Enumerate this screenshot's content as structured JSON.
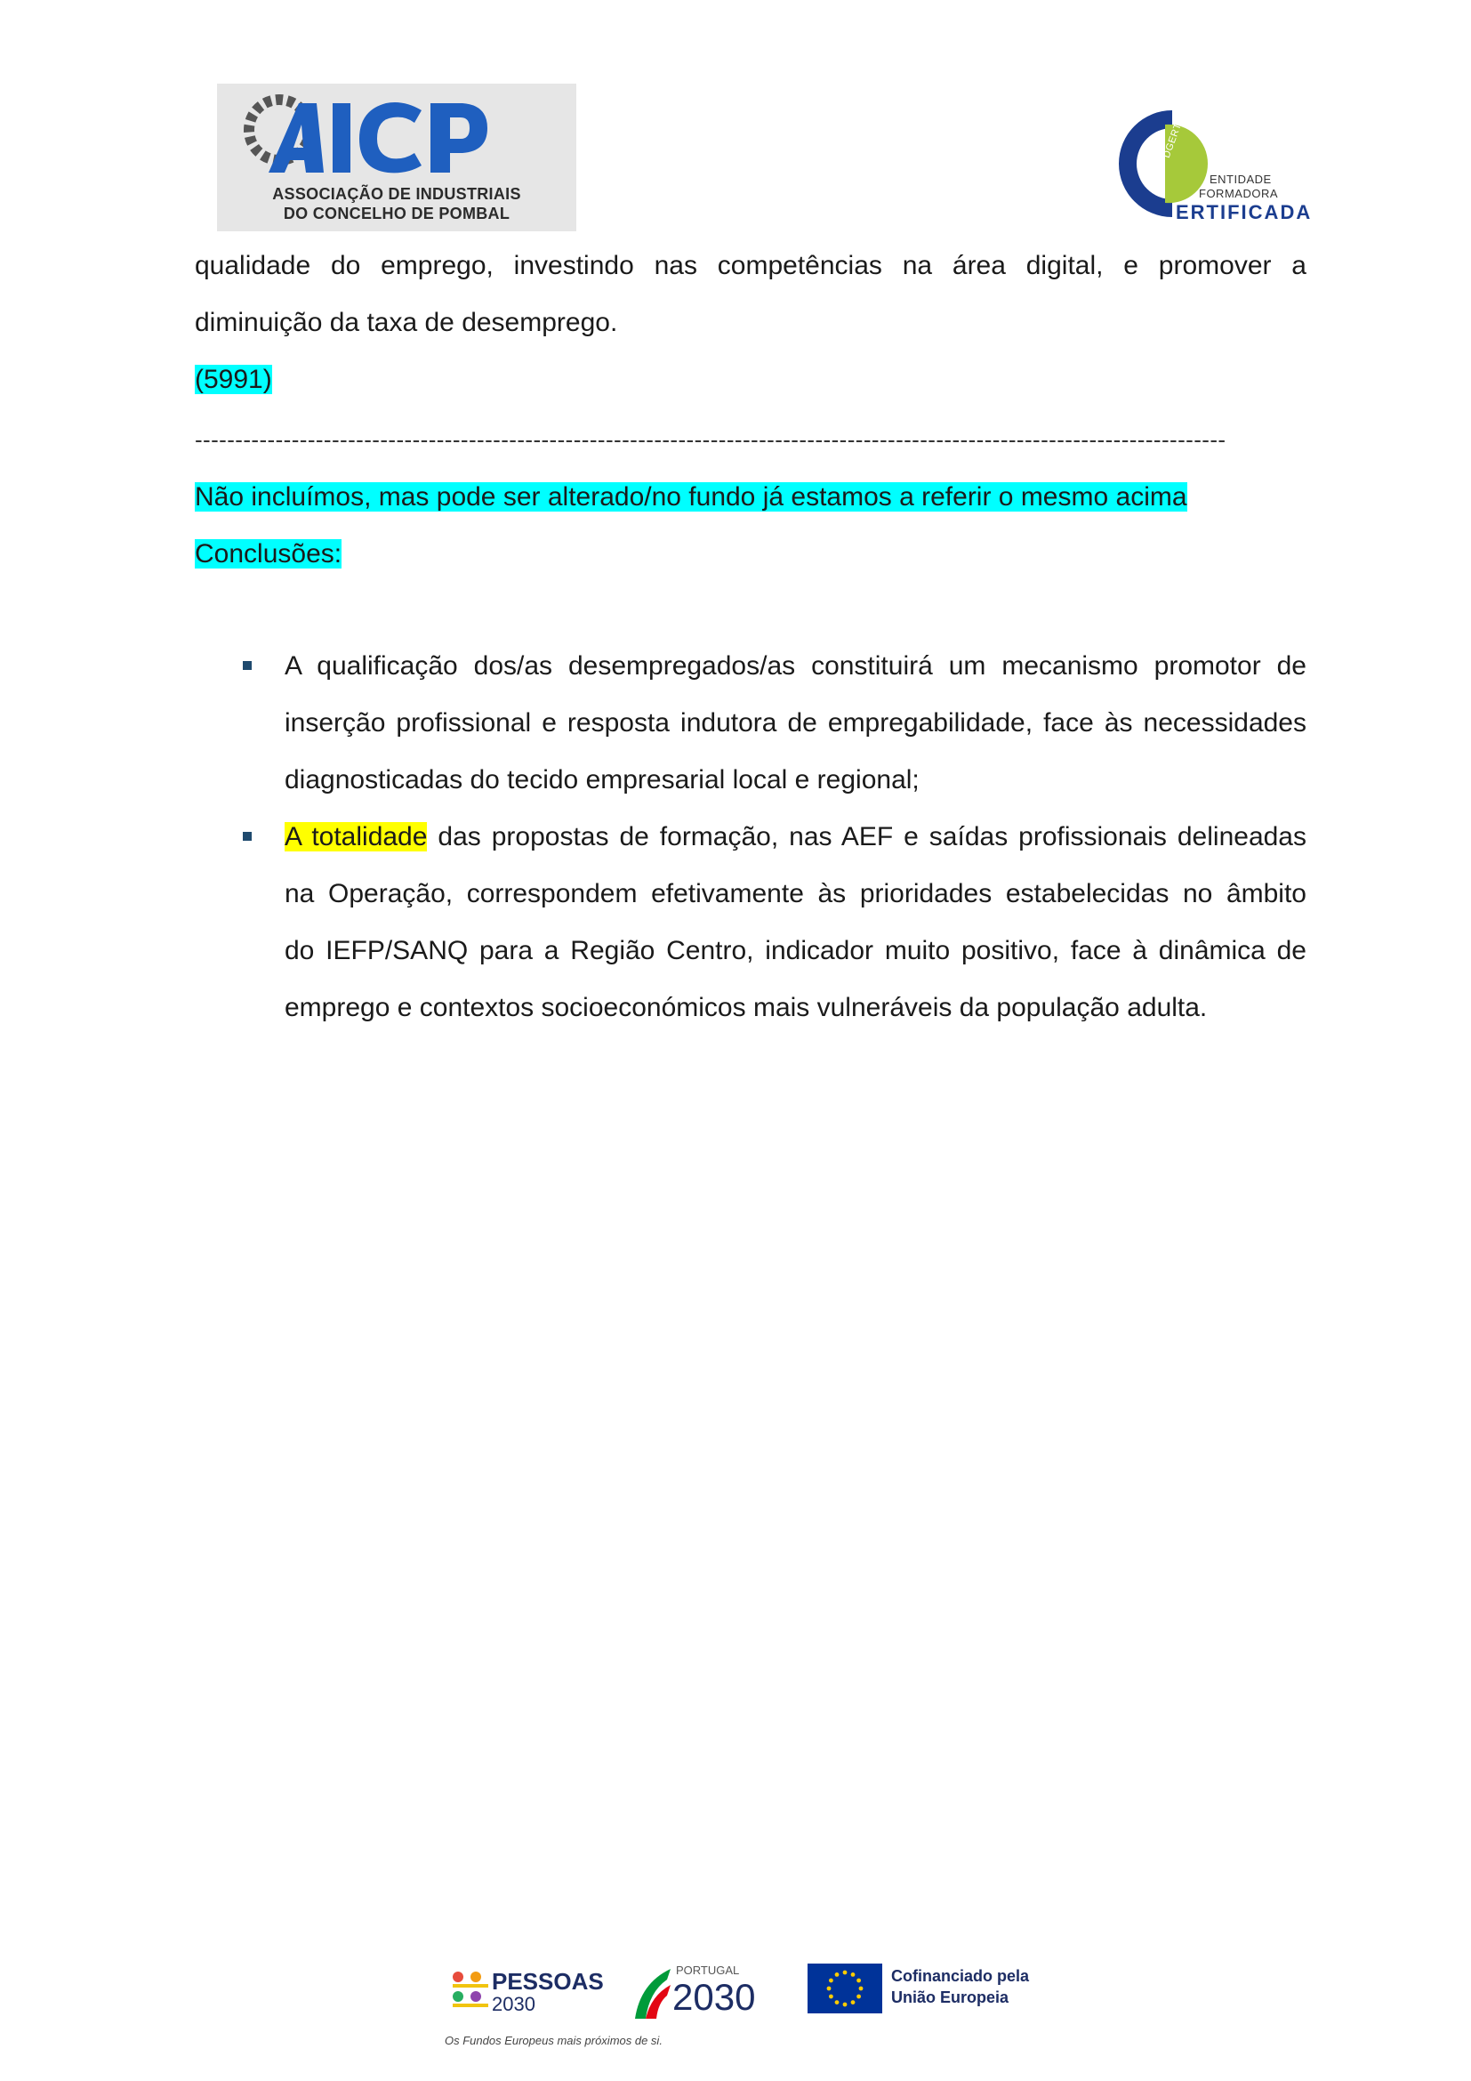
{
  "header": {
    "aicp_logo": {
      "wordmark": "AICP",
      "line1": "ASSOCIAÇÃO DE INDUSTRIAIS",
      "line2": "DO CONCELHO DE POMBAL"
    },
    "dgert_logo": {
      "small_vertical": "DGERT",
      "line1": "ENTIDADE",
      "line2": "FORMADORA",
      "line3": "ERTIFICADA"
    }
  },
  "content": {
    "para1_line1": "qualidade do emprego, investindo nas competências na área digital, e promover a",
    "para1_line2": "diminuição da taxa de desemprego.",
    "code": "(5991)",
    "separator": "--------------------------------------------------------------------------------------------------------------------------------",
    "note_plain": "Não incluímos, mas pode ser alterado/",
    "note_emph": "no fundo já estamos a referir o mesmo acima",
    "conclusions_label": "Conclusões:",
    "bullets": [
      {
        "lines": [
          "A qualificação dos/as desempregados/as constituirá um mecanismo promotor de",
          "inserção profissional e resposta indutora de empregabilidade, face às necessidades",
          "diagnosticadas do tecido empresarial local e regional;"
        ]
      },
      {
        "highlight": "A totalidade",
        "lines": [
          " das propostas de formação, nas AEF e saídas profissionais delineadas",
          "na Operação, correspondem efetivamente às prioridades estabelecidas no âmbito",
          "do IEFP/SANQ para a Região Centro, indicador muito positivo, face à dinâmica de",
          "emprego e contextos socioeconómicos mais vulneráveis da população adulta."
        ]
      }
    ]
  },
  "footer": {
    "pessoas_label": "PESSOAS",
    "pessoas_year": "2030",
    "portugal_label": "PORTUGAL",
    "portugal_year": "2030",
    "eu_line1": "Cofinanciado pela",
    "eu_line2": "União Europeia",
    "tagline": "Os Fundos Europeus mais próximos de si."
  },
  "colors": {
    "cyan_highlight": "#00ffff",
    "yellow_highlight": "#ffff00",
    "aicp_blue": "#1f5fbf",
    "dgert_blue": "#1b3d8f",
    "dgert_green": "#a6c93a",
    "eu_blue": "#003399",
    "eu_gold": "#ffcc00"
  }
}
